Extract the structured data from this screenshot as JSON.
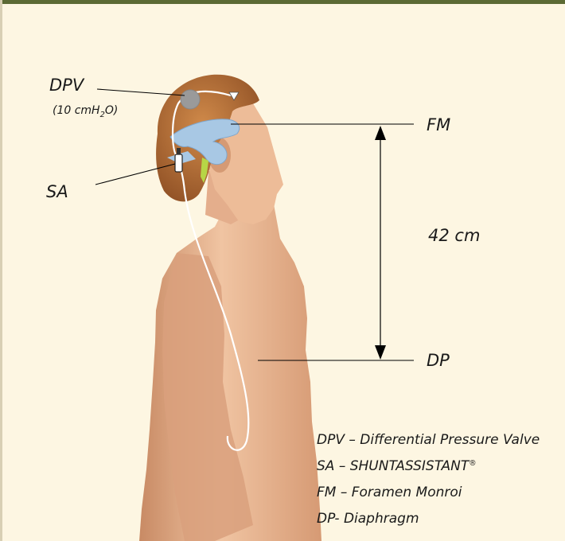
{
  "labels": {
    "dpv": "DPV",
    "dpv_pressure_prefix": "(10 cmH",
    "dpv_pressure_sub": "2",
    "dpv_pressure_suffix": "O)",
    "sa": "SA",
    "fm": "FM",
    "distance": "42 cm",
    "dp": "DP"
  },
  "legend": {
    "dpv": "DPV – Differential Pressure Valve",
    "sa_prefix": "SA – SHUNTASSISTANT",
    "sa_mark": "®",
    "fm": "FM – Foramen Monroi",
    "dp": "DP- Diaphragm"
  },
  "colors": {
    "background": "#fdf6e2",
    "border": "#5c6a34",
    "skin": "#e9b896",
    "hair": "#b8703a",
    "ventricle": "#a8c8e4",
    "valve": "#999999",
    "shunt": "#ffffff"
  }
}
